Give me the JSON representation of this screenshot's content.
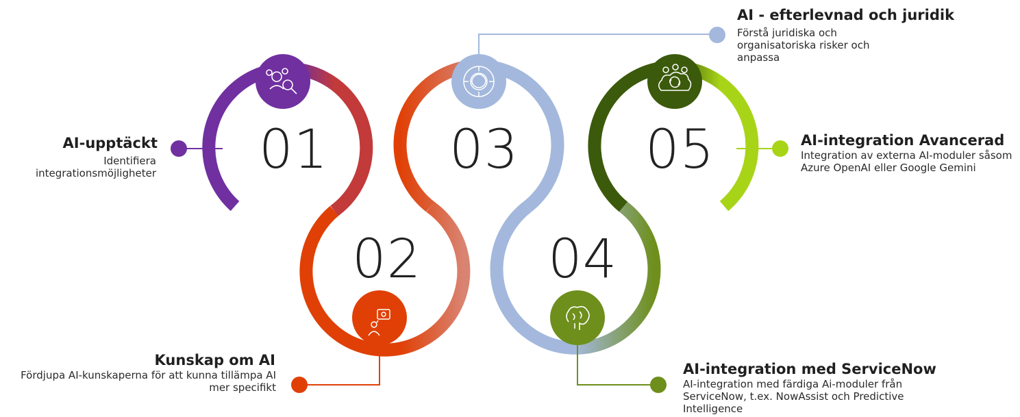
{
  "steps": [
    {
      "number": "01",
      "title": "AI-upptäckt",
      "description": "Identifiera integrationsmöjligheter",
      "color": "#7030a0",
      "icon": "team-search-icon"
    },
    {
      "number": "02",
      "title": "Kunskap om AI",
      "description": "Fördjupa AI-kunskaperna för att kunna tillämpa AI mer specifikt",
      "color": "#e04006",
      "icon": "idea-person-icon"
    },
    {
      "number": "03",
      "title": "AI - efterlevnad och juridik",
      "description": "Förstå juridiska och organisatoriska risker och anpassa",
      "color": "#a3b8dc",
      "icon": "brain-target-icon"
    },
    {
      "number": "04",
      "title": "AI-integration med ServiceNow",
      "description": "AI-integration med färdiga Ai-moduler från ServiceNow, t.ex. NowAssist och Predictive Intelligence",
      "color": "#6e8f1c",
      "icon": "brain-icon"
    },
    {
      "number": "05",
      "title": "AI-integration Avancerad",
      "description": "Integration av externa AI-moduler såsom Azure OpenAI eller Google Gemini",
      "color": "#3b5a0b",
      "icon": "brain-cloud-icon"
    }
  ],
  "accent_colors": {
    "lime": "#a8d418",
    "crimson": "#c23a3a"
  }
}
